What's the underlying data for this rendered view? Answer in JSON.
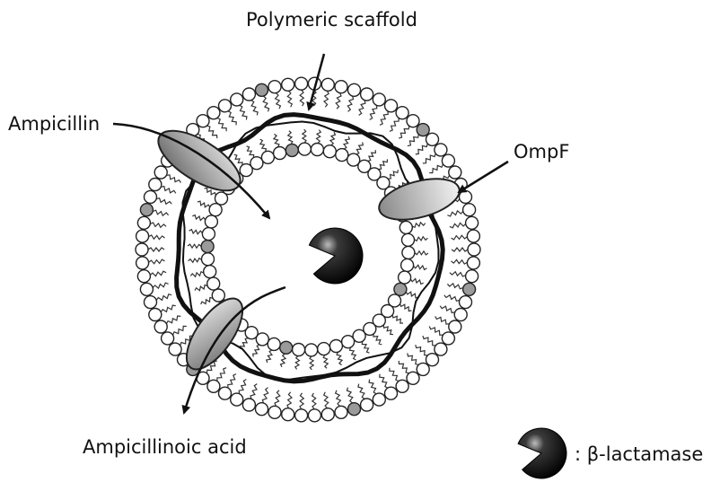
{
  "diagram": {
    "labels": {
      "scaffold": "Polymeric scaffold",
      "ampicillin": "Ampicillin",
      "ompf": "OmpF",
      "acid": "Ampicillinoic acid",
      "legend": ": β-lactamase"
    },
    "colors": {
      "lipid_head": "#ffffff",
      "lipid_head_gray": "#9a9a9a",
      "outline": "#222222",
      "scaffold": "#111111",
      "enzyme": "#0d0d0d"
    },
    "icons": [
      "lipid-bilayer",
      "porin-channel",
      "beta-lactamase-enzyme",
      "arrow"
    ]
  }
}
